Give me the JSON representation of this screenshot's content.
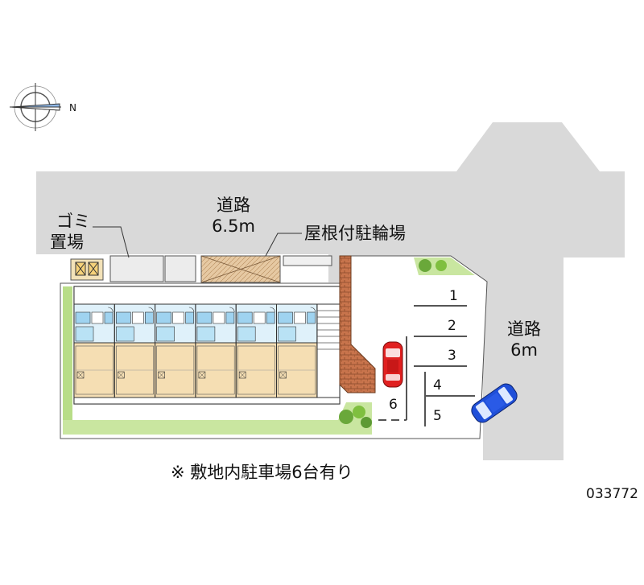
{
  "compass": {
    "north_label": "N"
  },
  "road_north": {
    "name": "道路",
    "width": "6.5m"
  },
  "road_east": {
    "name": "道路",
    "width": "6m"
  },
  "garbage_area": {
    "line1": "ゴミ",
    "line2": "置場"
  },
  "bicycle_parking": {
    "label": "屋根付駐輪場"
  },
  "parking_spaces": [
    "1",
    "2",
    "3",
    "4",
    "5",
    "6"
  ],
  "note": "※ 敷地内駐車場6台有り",
  "property_code": "033772",
  "colors": {
    "road": "#d9d9d9",
    "site": "#ffffff",
    "room_floor": "#f5deb3",
    "wet_area": "#9fd3f0",
    "green": "#7fbf3f",
    "brick": "#c0704a",
    "car_red": "#e02020",
    "car_blue": "#1f4fd8"
  },
  "icons": {
    "compass": "compass-icon",
    "car_red": "red-car-icon",
    "car_blue": "blue-car-icon"
  }
}
